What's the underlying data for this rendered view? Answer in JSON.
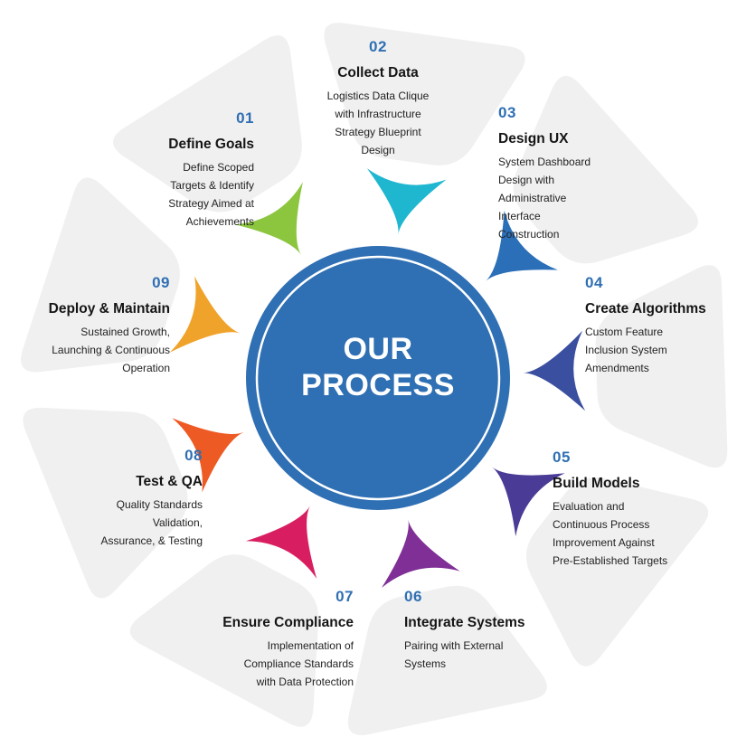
{
  "center": {
    "line1": "OUR",
    "line2": "PROCESS"
  },
  "colors": {
    "card": "#f0f0f0",
    "circle": "#2f6fb3",
    "number": "#2f6fb3",
    "step01": "#8cc63f",
    "step02": "#1fb6d0",
    "step03": "#2a6fb8",
    "step04": "#3b4fa0",
    "step05": "#4a3c96",
    "step06": "#7f2f96",
    "step07": "#d81e60",
    "step08": "#ee5a24",
    "step09": "#f0a32b"
  },
  "steps": [
    {
      "number": "01",
      "title": "Define Goals",
      "lines": [
        "Define Scoped",
        "Targets & Identify",
        "Strategy Aimed at",
        "Achievements"
      ]
    },
    {
      "number": "02",
      "title": "Collect Data",
      "lines": [
        "Logistics Data Clique",
        "with Infrastructure",
        "Strategy Blueprint",
        "Design"
      ]
    },
    {
      "number": "03",
      "title": "Design UX",
      "lines": [
        "System Dashboard",
        "Design with",
        "Administrative",
        "Interface",
        "Construction"
      ]
    },
    {
      "number": "04",
      "title": "Create Algorithms",
      "lines": [
        "Custom Feature",
        "Inclusion System",
        "Amendments"
      ]
    },
    {
      "number": "05",
      "title": "Build Models",
      "lines": [
        "Evaluation and",
        "Continuous Process",
        "Improvement Against",
        "Pre-Established Targets"
      ]
    },
    {
      "number": "06",
      "title": "Integrate Systems",
      "lines": [
        "Pairing with External",
        "Systems"
      ]
    },
    {
      "number": "07",
      "title": "Ensure Compliance",
      "lines": [
        "Implementation of",
        "Compliance Standards",
        "with Data Protection"
      ]
    },
    {
      "number": "08",
      "title": "Test & QA",
      "lines": [
        "Quality Standards",
        "Validation,",
        "Assurance, & Testing"
      ]
    },
    {
      "number": "09",
      "title": "Deploy & Maintain",
      "lines": [
        "Sustained Growth,",
        "Launching & Continuous",
        "Operation"
      ]
    }
  ]
}
